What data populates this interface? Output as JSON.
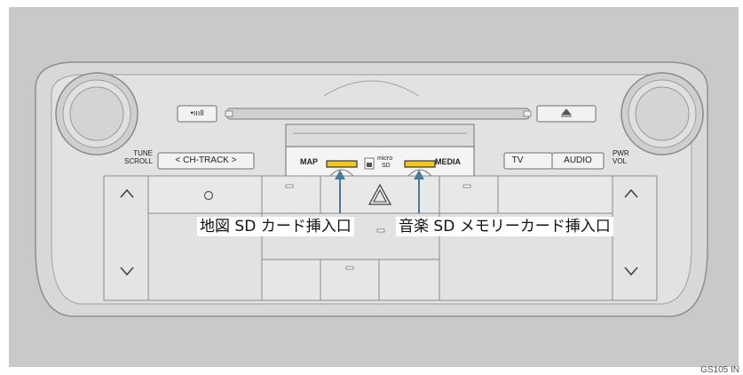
{
  "buttons": {
    "radio_icon_label": "•ıııll",
    "eject_icon": "eject-icon",
    "ch_track": "< CH-TRACK >",
    "tune_scroll_line1": "TUNE",
    "tune_scroll_line2": "SCROLL",
    "map": "MAP",
    "media": "MEDIA",
    "tv": "TV",
    "audio": "AUDIO",
    "pwr_vol_line1": "PWR",
    "pwr_vol_line2": "VOL",
    "micro_sd_line1": "micro",
    "micro_sd_line2": "SD"
  },
  "callouts": {
    "map_sd_slot": "地図 SD カード挿入口",
    "music_sd_slot": "音楽 SD メモリーカード挿入口"
  },
  "figure_code": "GS105 IN",
  "colors": {
    "background": "#c8c8c8",
    "panel": "#dedede",
    "panel_dark": "#bdbdbd",
    "slot_yellow": "#f2c81e",
    "arrow_blue": "#4a7a9b"
  }
}
